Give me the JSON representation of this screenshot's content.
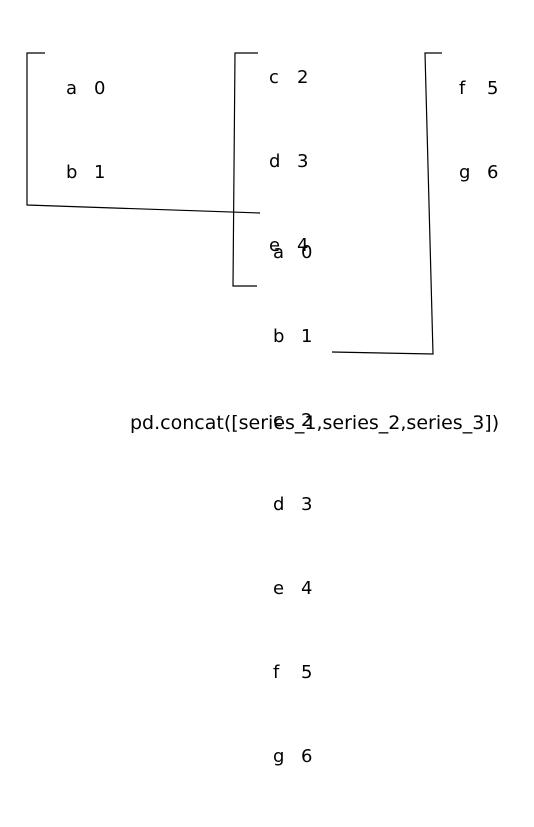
{
  "series_1": {
    "rows": [
      {
        "index": "a",
        "value": "0"
      },
      {
        "index": "b",
        "value": "1"
      }
    ]
  },
  "series_2": {
    "rows": [
      {
        "index": "c",
        "value": "2"
      },
      {
        "index": "d",
        "value": "3"
      },
      {
        "index": "e",
        "value": "4"
      }
    ]
  },
  "series_3": {
    "rows": [
      {
        "index": "f",
        "value": "5"
      },
      {
        "index": "g",
        "value": "6"
      }
    ]
  },
  "result": {
    "rows": [
      {
        "index": "a",
        "value": "0"
      },
      {
        "index": "b",
        "value": "1"
      },
      {
        "index": "c",
        "value": "2"
      },
      {
        "index": "d",
        "value": "3"
      },
      {
        "index": "e",
        "value": "4"
      },
      {
        "index": "f",
        "value": "5"
      },
      {
        "index": "g",
        "value": "6"
      }
    ]
  },
  "code": "pd.concat([series_1,series_2,series_3])",
  "line_color": "#000000"
}
